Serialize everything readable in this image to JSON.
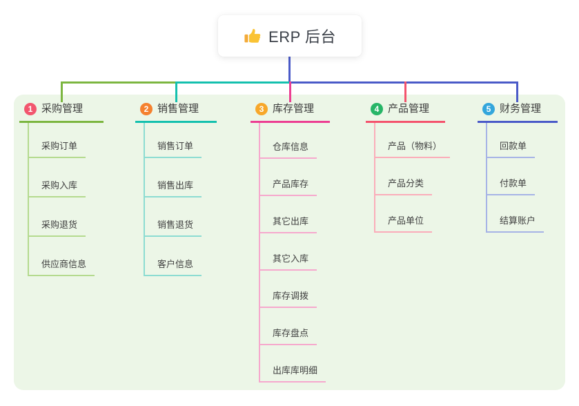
{
  "root": {
    "icon": "thumbs-up-icon",
    "title": "ERP 后台"
  },
  "colors": {
    "canvas_panel": "#ecf6e7",
    "root_line": "#4a5ac8"
  },
  "branches": [
    {
      "num": "1",
      "title": "采购管理",
      "badge_color": "#f2566e",
      "line_color": "#7cb640",
      "child_line_color": "#b4da8e",
      "children": [
        "采购订单",
        "采购入库",
        "采购退货",
        "供应商信息"
      ]
    },
    {
      "num": "2",
      "title": "销售管理",
      "badge_color": "#f5812f",
      "line_color": "#14c0ae",
      "child_line_color": "#8cdcd2",
      "children": [
        "销售订单",
        "销售出库",
        "销售退货",
        "客户信息"
      ]
    },
    {
      "num": "3",
      "title": "库存管理",
      "badge_color": "#f7a72a",
      "line_color": "#ec3e92",
      "child_line_color": "#f6a8cd",
      "children": [
        "仓库信息",
        "产品库存",
        "其它出库",
        "其它入库",
        "库存调拨",
        "库存盘点",
        "出库库明细"
      ]
    },
    {
      "num": "4",
      "title": "产品管理",
      "badge_color": "#27b567",
      "line_color": "#f4536d",
      "child_line_color": "#fbacb9",
      "children": [
        "产品（物料）",
        "产品分类",
        "产品单位"
      ]
    },
    {
      "num": "5",
      "title": "财务管理",
      "badge_color": "#33a6dc",
      "line_color": "#4a5ac8",
      "child_line_color": "#a6b3e6",
      "children": [
        "回款单",
        "付款单",
        "结算账户"
      ]
    }
  ]
}
